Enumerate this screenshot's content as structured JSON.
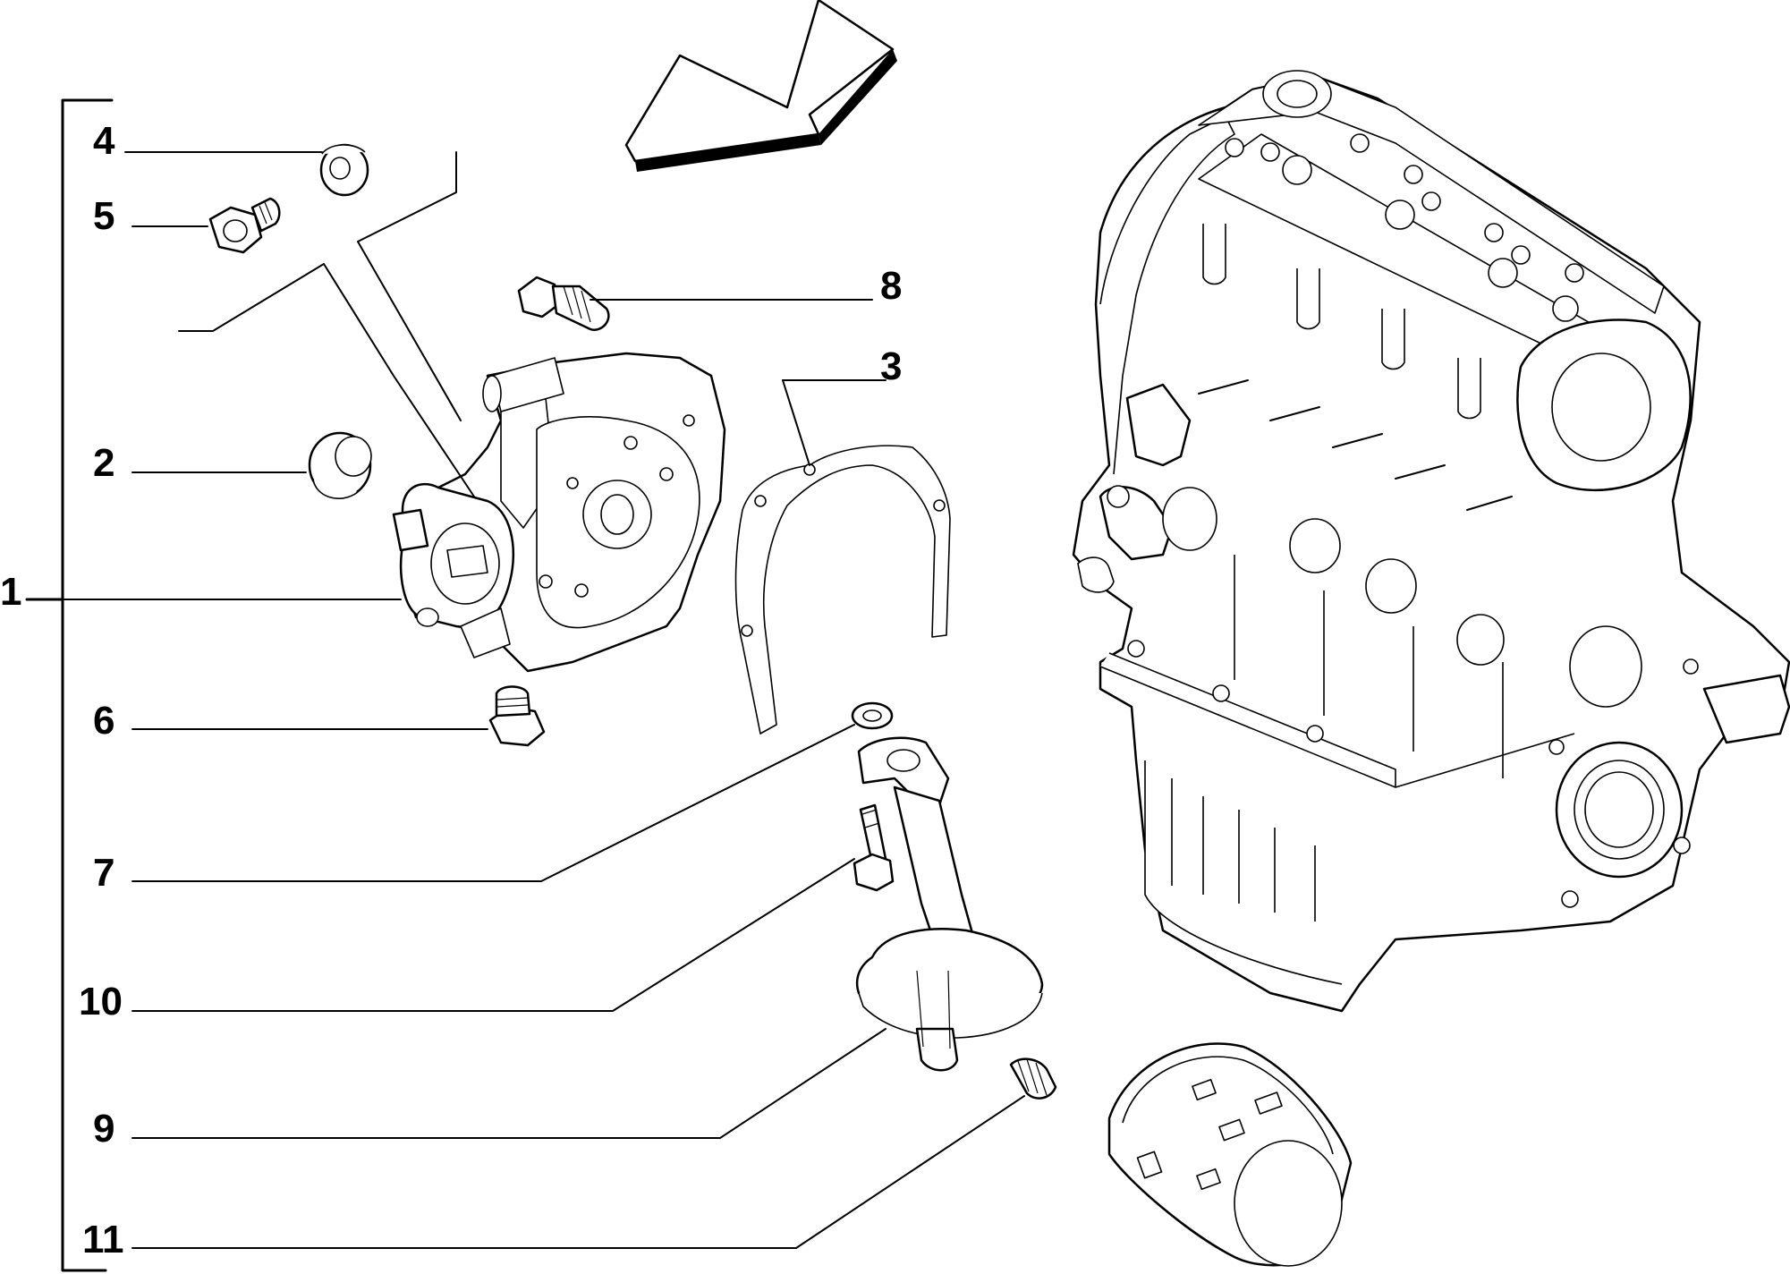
{
  "callouts": {
    "c1": "1",
    "c2": "2",
    "c3": "3",
    "c4": "4",
    "c5": "5",
    "c6": "6",
    "c7": "7",
    "c8": "8",
    "c9": "9",
    "c10": "10",
    "c11": "11"
  },
  "icons": {
    "direction_arrow": "direction-arrow-icon"
  }
}
